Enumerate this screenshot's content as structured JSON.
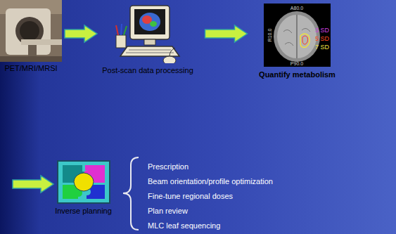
{
  "diagram": {
    "nodes": [
      {
        "text": [
          "PET/MRI/MRSI"
        ]
      },
      {
        "text": [
          "Post-scan data processing"
        ]
      },
      {
        "text": [
          "Quantify metabolism"
        ]
      },
      {
        "text": [
          "Inverse planning"
        ]
      }
    ],
    "edges": [
      {
        "from": 0,
        "to": 1,
        "arrow": "to"
      },
      {
        "from": 1,
        "to": 2,
        "arrow": "to"
      }
    ],
    "labels": [
      "A80.0",
      "R10.0",
      "3 SD",
      "5 SD",
      "7 SD",
      "P90.0",
      "Prescription",
      "Beam orientation/profile optimization",
      "Fine-tune regional doses",
      "Plan review",
      "MLC leaf sequencing"
    ]
  }
}
